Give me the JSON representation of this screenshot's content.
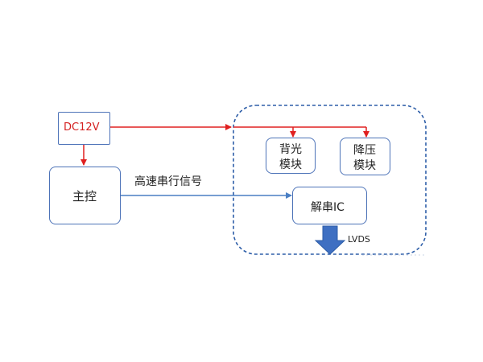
{
  "diagram": {
    "nodes": {
      "dc12v": "DC12V",
      "main_control": "主控",
      "backlight_line1": "背光",
      "backlight_line2": "模块",
      "stepdown_line1": "降压",
      "stepdown_line2": "模块",
      "deserializer": "解串IC"
    },
    "labels": {
      "high_speed_serial": "高速串行信号",
      "lvds_output": "LVDS"
    },
    "colors": {
      "power_line": "#e02020",
      "signal_line": "#4a7fc4",
      "box_border": "#4d73b8",
      "dashed_group": "#2e5ea8",
      "output_arrow": "#3e6fc2",
      "dc_text": "#d42020"
    }
  }
}
